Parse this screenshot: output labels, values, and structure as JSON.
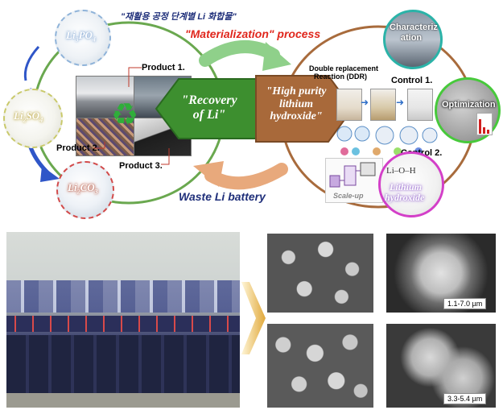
{
  "top": {
    "korean_title": "\"재활용 공정 단계별 Li 화합물\"",
    "materialization": "\"Materialization\" process",
    "waste_battery": "Waste Li battery",
    "recovery": "\"Recovery of Li\"",
    "recovery_line1": "\"Recovery",
    "recovery_line2": "of Li\"",
    "high_purity_line1": "\"High purity",
    "high_purity_line2": "lithium",
    "high_purity_line3": "hydroxide\"",
    "product1": "Product 1.",
    "product2": "Product 2.",
    "product3": "Product 3.",
    "compounds": {
      "li3po4": "Li",
      "li3po4_a": "3",
      "li3po4_b": "PO",
      "li3po4_c": "4",
      "li2so4": "Li",
      "li2so4_a": "2",
      "li2so4_b": "SO",
      "li2so4_c": "4",
      "li2co3": "Li",
      "li2co3_a": "2",
      "li2co3_b": "CO",
      "li2co3_c": "3"
    },
    "right": {
      "characterization_line1": "Characteriz",
      "characterization_line2": "ation",
      "ddr_line1": "Double replacement",
      "ddr_line2": "Reaction (DDR)",
      "control1": "Control 1.",
      "control2": "Control 2.",
      "optimization": "Optimization",
      "lioh_formula": "Li–O–H",
      "lithium_hydroxide_line1": "Lithium",
      "lithium_hydroxide_line2": "hydroxide",
      "scale_up": "Scale-up"
    }
  },
  "bottom": {
    "scale1": "1.1-7.0 µm",
    "scale2": "3.3-5.4 µm"
  },
  "colors": {
    "green_arrow": "#6ab04c",
    "brown_arrow": "#c8895a",
    "brown_hex": "#a8693a",
    "green_hex": "#3d8f2f",
    "red_text": "#e0261c",
    "navy_text": "#1f2f7a",
    "blue_arrow": "#2f56c8"
  }
}
